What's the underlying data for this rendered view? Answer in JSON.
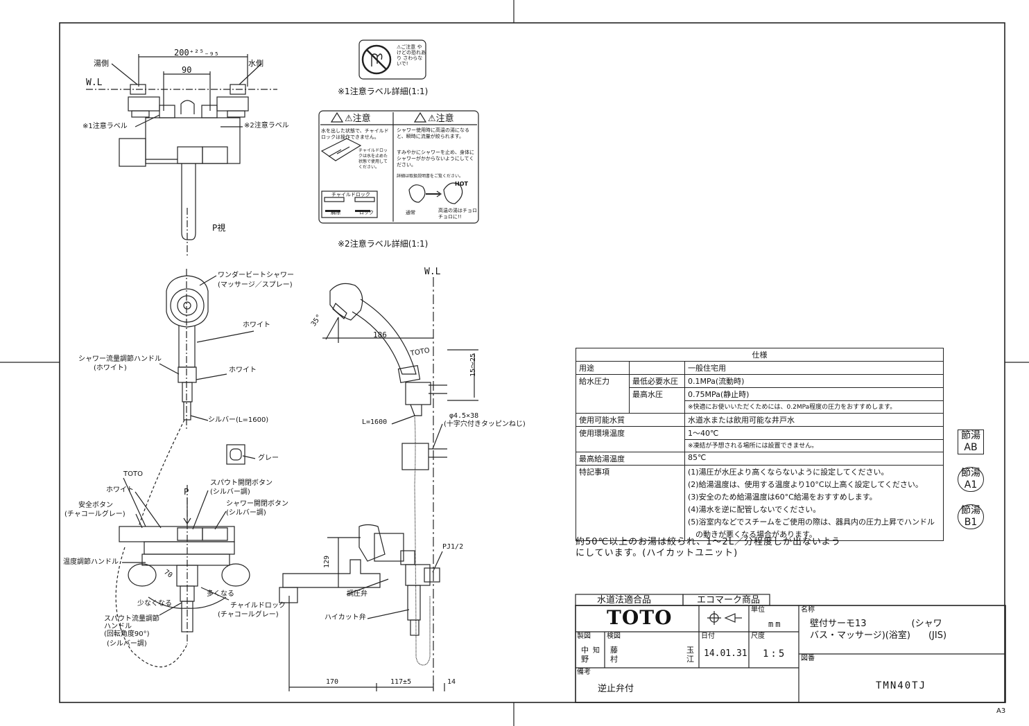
{
  "top_view": {
    "dim_200": "200⁺²⁵₋₉₅",
    "dim_90": "90",
    "hot_side": "湯側",
    "cold_side": "水側",
    "wl": "W.L",
    "label1_pointer": "※1注意ラベル",
    "label2_pointer": "※2注意ラベル",
    "p_view": "P視"
  },
  "label1_detail": {
    "title": "※1注意ラベル詳細(1:1)",
    "text": "⚠ご注意 やけどの恐れあり さわらないで!"
  },
  "label2_detail": {
    "title": "※2注意ラベル詳細(1:1)",
    "caution_left": "⚠注意",
    "caution_right": "⚠注意",
    "left_text": "水を出した状態で、チャイルドロックは操作できません。",
    "child_lock_note": "チャイルドロックは水を止めた状態で使用してください。",
    "child_lock_label": "チャイルドロック",
    "release": "解除",
    "lock": "ロック",
    "right_text1": "シャワー使用時に高温の湯になると、瞬時に流量が絞られます。",
    "right_text2": "すみやかにシャワーを止め、身体にシャワーがかからないようにしてください。",
    "right_text3": "詳細は取扱説明書をご覧ください。",
    "normal": "通常",
    "hot": "HOT",
    "hot_note": "高温の湯はチョロチョロに!!"
  },
  "shower_view": {
    "shower_head": "ワンダービートシャワー",
    "shower_head_sub": "(マッサージ／スプレー)",
    "white1": "ホワイト",
    "flow_handle": "シャワー流量調節ハンドル",
    "flow_handle_sub": "(ホワイト)",
    "white2": "ホワイト",
    "silver_hose": "シルバー(L=1600)",
    "gray": "グレー"
  },
  "side_view": {
    "wl": "W.L",
    "angle": "35°",
    "dim_186": "186",
    "toto": "TOTO",
    "dim_15_25": "15～25",
    "hose_len": "L=1600",
    "screw": "φ4.5×38",
    "screw_sub": "(十字穴付きタッピンねじ)",
    "dim_129": "129",
    "pj": "PJ1/2",
    "pressure_valve": "調圧弁",
    "highcut_valve": "ハイカット弁",
    "dim_170": "170",
    "dim_117": "117±5",
    "dim_14": "14"
  },
  "front_view": {
    "toto": "TOTO",
    "white": "ホワイト",
    "p": "P",
    "spout_btn": "スパウト開閉ボタン",
    "spout_btn_sub": "(シルバー調)",
    "shower_btn": "シャワー開閉ボタン",
    "shower_btn_sub": "(シルバー調)",
    "safety_btn": "安全ボタン",
    "safety_btn_sub": "(チャコールグレー)",
    "temp_handle": "温度調節ハンドル",
    "dim_70": "70",
    "less": "少なくなる",
    "more": "多くなる",
    "child_lock": "チャイルドロック",
    "child_lock_sub": "(チャコールグレー)",
    "spout_handle1": "スパウト流量調節",
    "spout_handle2": "ハンドル",
    "spout_handle3": "(回転角度90°)",
    "spout_handle4": "(シルバー調)"
  },
  "spec_table": {
    "header": "仕様",
    "rows": [
      {
        "label": "用途",
        "sub": "",
        "value": "一般住宅用"
      },
      {
        "label": "給水圧力",
        "sub": "最低必要水圧",
        "value": "0.1MPa(流動時)"
      },
      {
        "label": "",
        "sub": "最高水圧",
        "value": "0.75MPa(静止時)"
      },
      {
        "label": "",
        "sub": "",
        "value": "※快適にお使いいただくためには、0.2MPa程度の圧力をおすすめします。"
      },
      {
        "label": "使用可能水質",
        "sub": "",
        "value": "水道水または飲用可能な井戸水"
      },
      {
        "label": "使用環境温度",
        "sub": "",
        "value": "1～40℃"
      },
      {
        "label": "",
        "sub": "",
        "value": "※凍結が予想される場所には設置できません。"
      },
      {
        "label": "最高給湯温度",
        "sub": "",
        "value": "85℃"
      },
      {
        "label": "特記事項",
        "sub": "",
        "value": "(1)湯圧が水圧より高くならないように設定してください。"
      },
      {
        "label": "",
        "sub": "",
        "value": "(2)給湯温度は、使用する温度より10°C以上高く設定してください。"
      },
      {
        "label": "",
        "sub": "",
        "value": "(3)安全のため給湯温度は60°C給湯をおすすめします。"
      },
      {
        "label": "",
        "sub": "",
        "value": "(4)湯水を逆に配管しないでください。"
      },
      {
        "label": "",
        "sub": "",
        "value": "(5)浴室内などでスチームをご使用の際は、器具内の圧力上昇でハンドル"
      },
      {
        "label": "",
        "sub": "",
        "value": "　の動きが悪くなる場合があります。"
      }
    ]
  },
  "notes": {
    "line1": "約50℃以上のお湯は絞られ、1～2L／分程度しか出ないよう",
    "line2": "にしています。(ハイカットユニット)"
  },
  "badges": [
    {
      "line1": "節湯",
      "line2": "AB"
    },
    {
      "line1": "節湯",
      "line2": "A1"
    },
    {
      "line1": "節湯",
      "line2": "B1"
    }
  ],
  "title_block": {
    "water_law": "水道法適合品",
    "eco_mark": "エコマーク商品",
    "brand": "TOTO",
    "unit_label": "単位",
    "unit": "mm",
    "name_label": "名称",
    "name_line1": "壁付サーモ13　　　　　(シャワ",
    "name_line2": "バス・マッサージ)(浴室)　　(JIS)",
    "drawn_label": "製図",
    "drawn_by": "中野",
    "drawn_stamp": "知",
    "checked_label": "検図",
    "checked_by": "藤村",
    "checked_stamp": "玉江",
    "date_label": "日付",
    "date": "14.01.31",
    "scale_label": "尺度",
    "scale": "1:5",
    "drawing_no_label": "図番",
    "drawing_no": "TMN40TJ",
    "remarks_label": "備考",
    "remarks": "逆止弁付"
  },
  "sheet_size": "A3"
}
